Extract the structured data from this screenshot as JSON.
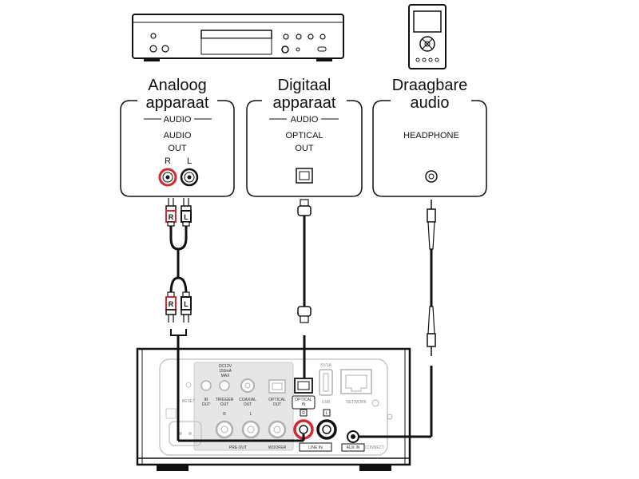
{
  "devices": {
    "analog": {
      "title_line1": "Analoog",
      "title_line2": "apparaat",
      "section": "AUDIO",
      "port_line1": "AUDIO",
      "port_line2": "OUT",
      "right": "R",
      "left": "L"
    },
    "digital": {
      "title_line1": "Digitaal",
      "title_line2": "apparaat",
      "section": "AUDIO",
      "port_line1": "OPTICAL",
      "port_line2": "OUT"
    },
    "portable": {
      "title_line1": "Draagbare",
      "title_line2": "audio",
      "port": "HEADPHONE"
    }
  },
  "receiver": {
    "dc_line1": "DC12V",
    "dc_line2": "150mA",
    "dc_line3": "MAX",
    "reset": "RESET",
    "ir_out_1": "IR",
    "ir_out_2": "OUT",
    "trigger_1": "TRIGGER",
    "trigger_2": "OUT",
    "coaxial_1": "COAXIAL",
    "coaxial_2": "OUT",
    "optical_out_1": "OPTICAL",
    "optical_out_2": "OUT",
    "optical_in_1": "OPTICAL",
    "optical_in_2": "IN",
    "usb_power": "5V/1A",
    "usb": "USB",
    "network": "NETWORK",
    "pre_r": "R",
    "pre_l": "L",
    "pre_out": "PRE OUT",
    "woofer": "WOOFER",
    "line_r": "R",
    "line_l": "L",
    "line_in": "LINE IN",
    "aux_in": "AUX IN",
    "connect": "CONNECT"
  },
  "cables": {
    "plug_r": "R",
    "plug_l": "L"
  },
  "colors": {
    "right_channel": "#d9262a",
    "line": "#111111",
    "faded": "#c8c8c8"
  }
}
